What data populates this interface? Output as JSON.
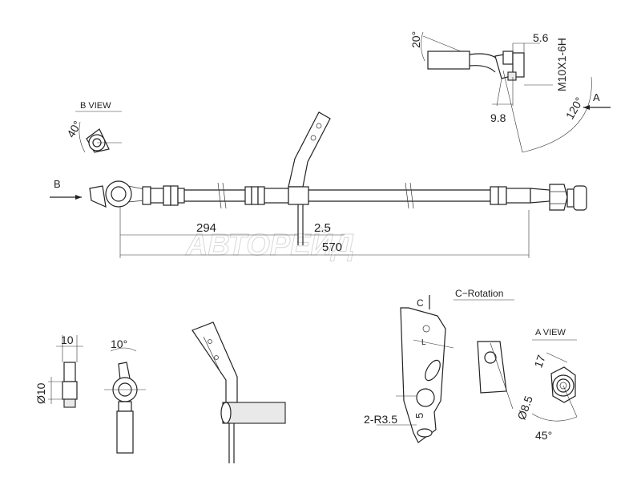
{
  "watermark": "АВТОРЕЙД",
  "views": {
    "b_view": "B VIEW",
    "c_rotation": "C−Rotation",
    "a_view": "A VIEW"
  },
  "markers": {
    "b_arrow": "B",
    "a_arrow": "A",
    "c_arrow": "C",
    "l_mark": "L"
  },
  "dimensions": {
    "angle_20": "20°",
    "dim_5_6": "5.6",
    "thread": "M10X1-6H",
    "dim_9_8": "9.8",
    "angle_120": "120°",
    "angle_40": "40°",
    "dim_294": "294",
    "dim_2_5": "2.5",
    "dim_570": "570",
    "dim_10": "10",
    "dia_10": "Ø10",
    "angle_10": "10°",
    "radius": "2-R3.5",
    "dim_5": "5",
    "dia_8_5": "Ø8.5",
    "dim_17": "17",
    "angle_45": "45°"
  }
}
